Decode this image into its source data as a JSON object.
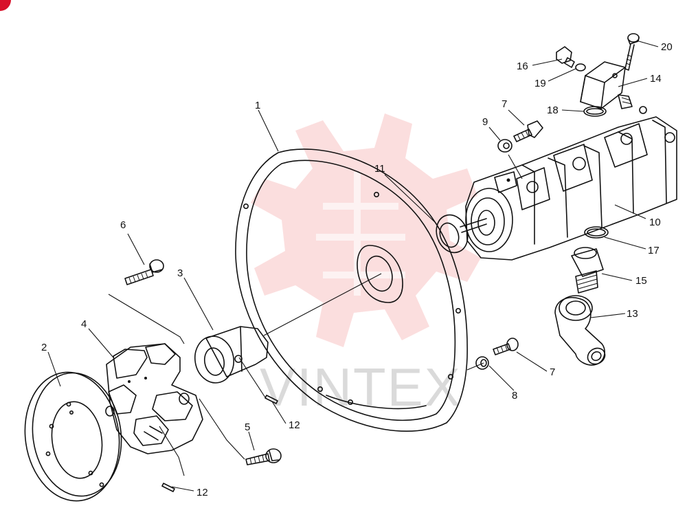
{
  "watermark": {
    "text": "VINTEX",
    "color": "#e83a3a"
  },
  "corner_badge": {
    "color": "#d8102a"
  },
  "callouts": [
    {
      "id": "c1",
      "text": "1"
    },
    {
      "id": "c2",
      "text": "2"
    },
    {
      "id": "c3",
      "text": "3"
    },
    {
      "id": "c4",
      "text": "4"
    },
    {
      "id": "c5",
      "text": "5"
    },
    {
      "id": "c6",
      "text": "6"
    },
    {
      "id": "c7a",
      "text": "7"
    },
    {
      "id": "c7b",
      "text": "7"
    },
    {
      "id": "c8",
      "text": "8"
    },
    {
      "id": "c9",
      "text": "9"
    },
    {
      "id": "c10",
      "text": "10"
    },
    {
      "id": "c11",
      "text": "11"
    },
    {
      "id": "c12a",
      "text": "12"
    },
    {
      "id": "c12b",
      "text": "12"
    },
    {
      "id": "c13",
      "text": "13"
    },
    {
      "id": "c14",
      "text": "14"
    },
    {
      "id": "c15",
      "text": "15"
    },
    {
      "id": "c16",
      "text": "16"
    },
    {
      "id": "c17",
      "text": "17"
    },
    {
      "id": "c18",
      "text": "18"
    },
    {
      "id": "c19",
      "text": "19"
    },
    {
      "id": "c20",
      "text": "20"
    }
  ]
}
